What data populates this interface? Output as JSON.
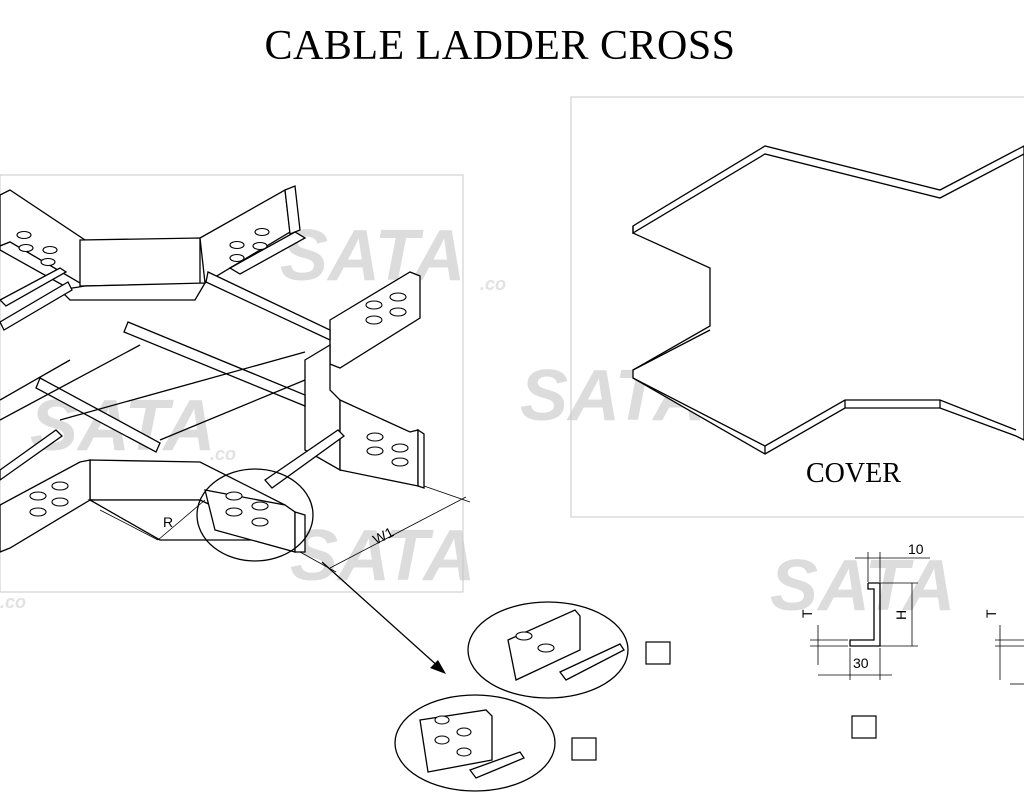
{
  "title": "CABLE LADDER CROSS",
  "cover_label": "COVER",
  "watermark": {
    "brand": "SATA",
    "suffix": ".co"
  },
  "dimensions": {
    "radius": "R",
    "width": "W1",
    "lip": "10",
    "thickness": "T",
    "height": "H",
    "base": "30"
  }
}
